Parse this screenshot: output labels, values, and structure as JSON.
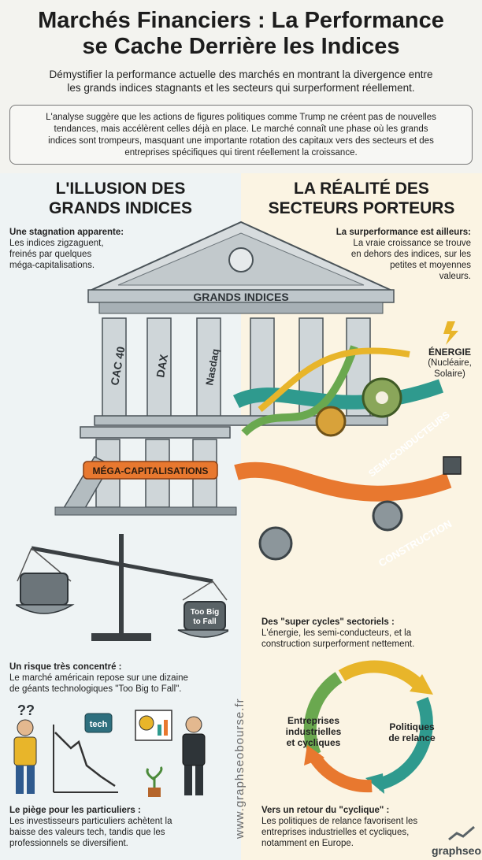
{
  "header": {
    "title_line1": "Marchés Financiers : La Performance",
    "title_line2": "se Cache Derrière les Indices",
    "subtitle_line1": "Démystifier la performance actuelle des marchés en montrant la divergence entre",
    "subtitle_line2": "les grands indices stagnants et les secteurs qui surperforment réellement."
  },
  "intro": {
    "line1": "L'analyse suggère que les actions de figures politiques comme Trump ne créent pas de nouvelles",
    "line2": "tendances, mais accélèrent celles déjà en place. Le marché connaît une phase où les grands",
    "line3": "indices sont trompeurs, masquant une importante rotation des capitaux vers des secteurs et des",
    "line4": "entreprises spécifiques qui tirent réellement la croissance."
  },
  "left": {
    "heading_line1": "L'ILLUSION DES",
    "heading_line2": "GRANDS INDICES",
    "stagnation_title": "Une stagnation apparente:",
    "stagnation_body1": "Les indices zigzaguent,",
    "stagnation_body2": "freinés par quelques",
    "stagnation_body3": "méga-capitalisations.",
    "risk_title": "Un risque très concentré :",
    "risk_body1": "Le marché américain repose sur une dizaine",
    "risk_body2": "de géants technologiques \"Too Big to Fall\".",
    "trap_title": "Le piège pour les particuliers :",
    "trap_body1": "Les investisseurs particuliers achètent la",
    "trap_body2": "baisse des valeurs tech, tandis que les",
    "trap_body3": "professionnels se diversifient."
  },
  "right": {
    "heading_line1": "LA RÉALITÉ DES",
    "heading_line2": "SECTEURS PORTEURS",
    "perf_title": "La surperformance est ailleurs:",
    "perf_body1": "La vraie croissance se trouve",
    "perf_body2": "en dehors des indices, sur les",
    "perf_body3": "petites et moyennes",
    "perf_body4": "valeurs.",
    "energy_label": "ÉNERGIE",
    "energy_sub1": "(Nucléaire,",
    "energy_sub2": "Solaire)",
    "semi_label": "SEMI-CONDUCTEURS",
    "construction_label": "CONSTRUCTION",
    "cycles_title": "Des \"super cycles\" sectoriels :",
    "cycles_body1": "L'énergie, les semi-conducteurs, et la",
    "cycles_body2": "construction surperforment nettement.",
    "cycle_left1": "Entreprises",
    "cycle_left2": "industrielles",
    "cycle_left3": "et cycliques",
    "cycle_right1": "Politiques",
    "cycle_right2": "de relance",
    "return_title": "Vers un retour du \"cyclique\" :",
    "return_body1": "Les politiques de relance favorisent les",
    "return_body2": "entreprises industrielles et cycliques,",
    "return_body3": "notamment en Europe."
  },
  "temple": {
    "pediment_label": "GRANDS INDICES",
    "col1": "CAC 40",
    "col2": "DAX",
    "col3": "Nasdaq",
    "mega_label": "MÉGA-CAPITALISATIONS"
  },
  "scale": {
    "weight_label1": "Too Big",
    "weight_label2": "to Fall"
  },
  "illustration": {
    "tech_label": "tech",
    "question_marks": "??"
  },
  "watermark": "www.graphseobourse.fr",
  "logo": "graphseo",
  "colors": {
    "orange": "#e8782f",
    "teal": "#2f9a8e",
    "green": "#6aa84f",
    "yellow": "#e8b52a",
    "stone": "#c9d0d4"
  }
}
